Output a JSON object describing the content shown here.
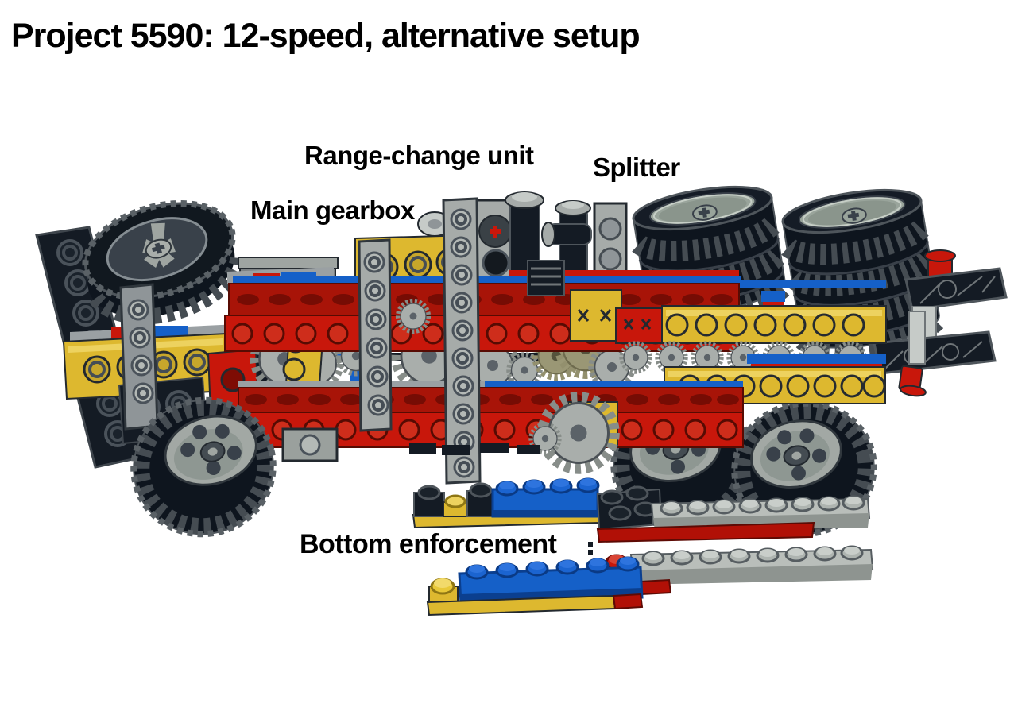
{
  "title": "Project 5590: 12-speed, alternative setup",
  "labels": {
    "range_change": "Range-change unit",
    "splitter": "Splitter",
    "main_gearbox": "Main gearbox",
    "bottom_enforcement": "Bottom enforcement"
  },
  "palette": {
    "background": "#FFFFFF",
    "text": "#000000",
    "red": "#C8170B",
    "red_top": "#A81408",
    "red_dark": "#7E0C04",
    "red_stud": "#CE2D1B",
    "yellow": "#DDB82F",
    "yellow_light": "#EDD25F",
    "yellow_dark": "#8E7614",
    "yellow_hole": "#C7A62B",
    "blue": "#1560C8",
    "blue_dark": "#0B3F8F",
    "black_part": "#141B24",
    "black_edge": "#4E555B",
    "gray": "#A6ABA9",
    "gray_light": "#C6CBC8",
    "gray_mid": "#8F9598",
    "gray_dark": "#6F7578",
    "gray_green": "#9AA49C",
    "tire": "#0E151E",
    "tread_gap": "#454C52",
    "olive": "#93906E",
    "outline": "#23292F"
  }
}
